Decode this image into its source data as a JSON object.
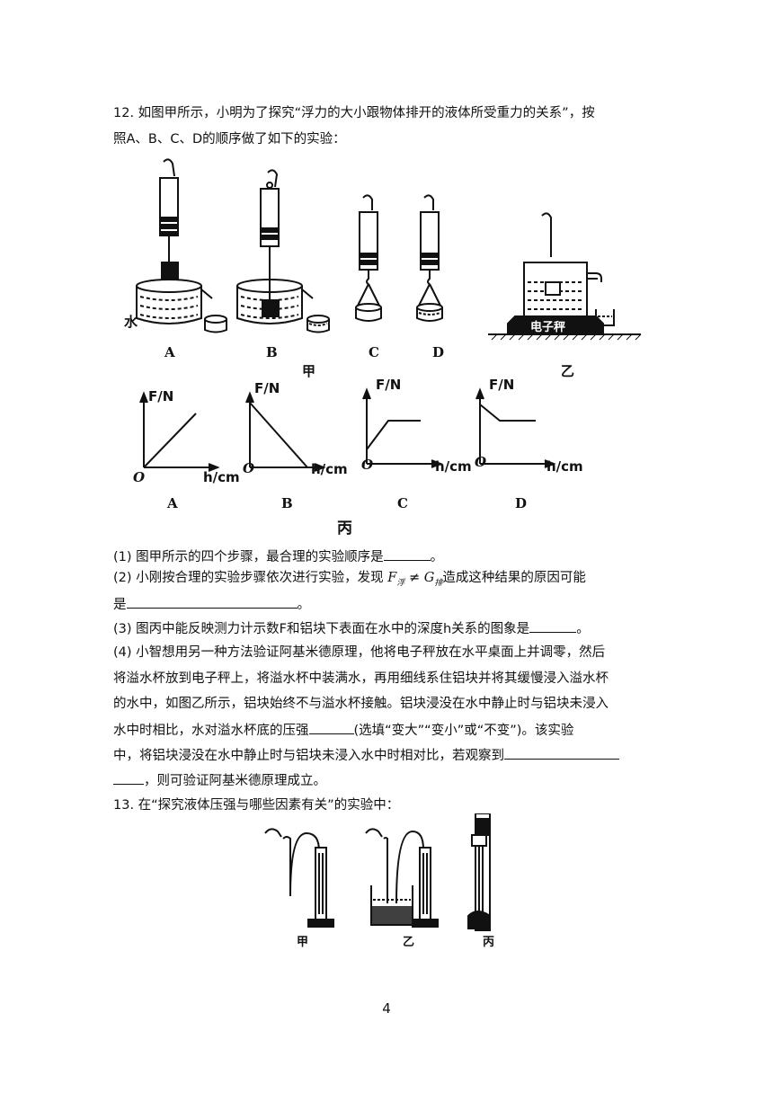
{
  "q12": {
    "intro_line1": "12. 如图甲所示，小明为了探究“浮力的大小跟物体排开的液体所受重力的关系”，按",
    "intro_line2": "照A、B、C、D的顺序做了如下的实验：",
    "fig_jia": {
      "water_label": "水",
      "panel_labels": [
        "A",
        "B",
        "C",
        "D"
      ],
      "caption": "甲"
    },
    "fig_yi": {
      "scale_label": "电子秤",
      "caption": "乙"
    },
    "fig_bing": {
      "y_label": "F/N",
      "x_label": "h/cm",
      "origin": "O",
      "graph_labels": [
        "A",
        "B",
        "C",
        "D"
      ],
      "caption": "丙"
    },
    "sub1": "(1) 图甲所示的四个步骤，最合理的实验顺序是",
    "sub1_end": "。",
    "sub2_a": "(2) 小刚按合理的实验步骤依次进行实验，发现",
    "sub2_formula_F": "F",
    "sub2_formula_Fsub": "浮",
    "sub2_formula_neq": " ≠ ",
    "sub2_formula_G": "G",
    "sub2_formula_Gsub": "排",
    "sub2_b": "造成这种结果的原因可能",
    "sub2_c": "是",
    "sub2_end": "。",
    "sub3": "(3) 图丙中能反映测力计示数F和铝块下表面在水中的深度h关系的图象是",
    "sub3_end": "。",
    "sub4_l1": "(4) 小智想用另一种方法验证阿基米德原理，他将电子秤放在水平桌面上并调零，然后",
    "sub4_l2": "将溢水杯放到电子秤上，将溢水杯中装满水，再用细线系住铝块并将其缓慢浸入溢水杯",
    "sub4_l3": "的水中，如图乙所示，铝块始终不与溢水杯接触。铝块浸没在水中静止时与铝块未浸入",
    "sub4_l4a": "水中时相比，水对溢水杯底的压强",
    "sub4_l4b": "(选填“变大”“变小”或“不变”)。该实验",
    "sub4_l5": "中，将铝块浸没在水中静止时与铝块未浸入水中时相对比，若观察到",
    "sub4_l6": "，则可验证阿基米德原理成立。"
  },
  "q13": {
    "intro": "13. 在“探究液体压强与哪些因素有关”的实验中：",
    "fig_labels": [
      "甲",
      "乙",
      "丙"
    ]
  },
  "page_number": "4"
}
